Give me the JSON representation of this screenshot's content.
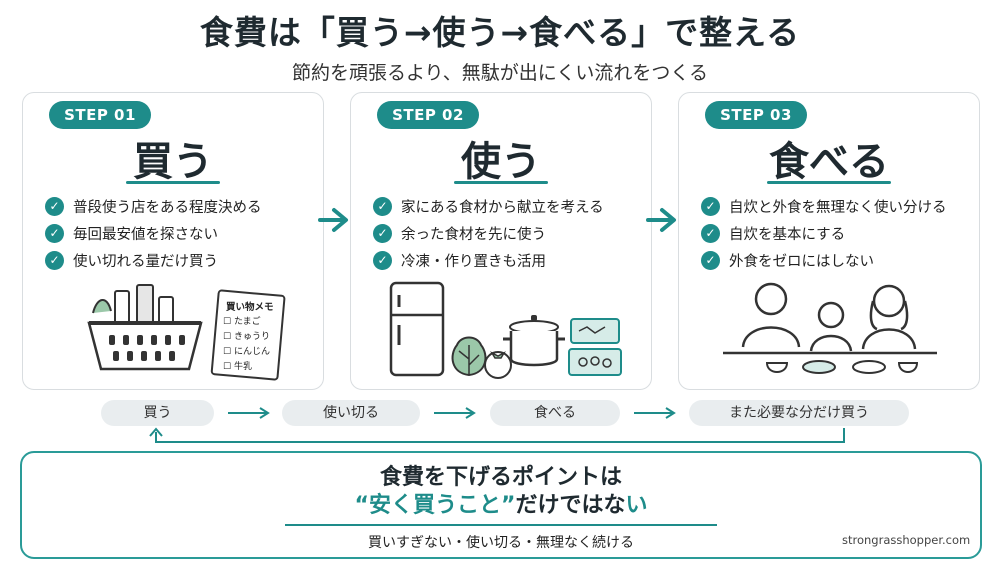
{
  "header": {
    "title": "食費は「買う→使う→食べる」で整える",
    "subtitle": "節約を頑張るより、無駄が出にくい流れをつくる"
  },
  "steps": [
    {
      "badge": "STEP 01",
      "title": "買う",
      "items": [
        "普段使う店をある程度決める",
        "毎回最安値を探さない",
        "使い切れる量だけ買う"
      ],
      "memo": {
        "heading": "買い物メモ",
        "lines": [
          "たまご",
          "きゅうり",
          "にんじん",
          "牛乳"
        ]
      }
    },
    {
      "badge": "STEP 02",
      "title": "使う",
      "items": [
        "家にある食材から献立を考える",
        "余った食材を先に使う",
        "冷凍・作り置きも活用"
      ]
    },
    {
      "badge": "STEP 03",
      "title": "食べる",
      "items": [
        "自炊と外食を無理なく使い分ける",
        "自炊を基本にする",
        "外食をゼロにはしない"
      ]
    }
  ],
  "flow": [
    "買う",
    "使い切る",
    "食べる",
    "また必要な分だけ買う"
  ],
  "bottom": {
    "line1": "食費を下げるポイントは",
    "quote": "“安く買うこと”",
    "line2_mid": "だけではな",
    "line2_end": "い",
    "line3": "買いすぎない・使い切る・無理なく続ける"
  },
  "credit": "strongrasshopper.com",
  "colors": {
    "accent": "#1e8c8a",
    "pill": "#e9edef",
    "text": "#1f2a30"
  },
  "icons": [
    "check-icon",
    "arrow-right-icon",
    "basket-icon",
    "shopping-memo-icon",
    "refrigerator-icon",
    "lettuce-icon",
    "tomato-icon",
    "pot-icon",
    "food-container-icon",
    "family-meal-icon"
  ]
}
